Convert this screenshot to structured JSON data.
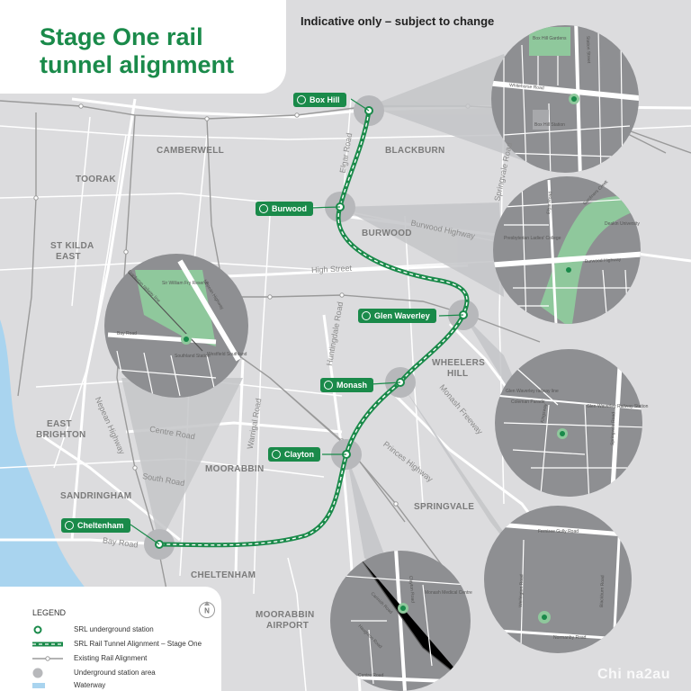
{
  "title": "Stage One rail tunnel alignment",
  "disclaimer": "Indicative only – subject to change",
  "suburbs": [
    "CAMBERWELL",
    "TOORAK",
    "BLACKBURN",
    "ST KILDA",
    "EAST",
    "BURWOOD",
    "WHEELERS",
    "HILL",
    "EAST",
    "BRIGHTON",
    "MOORABBIN",
    "SPRINGVALE",
    "SANDRINGHAM",
    "CHELTENHAM",
    "MOORABBIN",
    "AIRPORT"
  ],
  "roads": [
    "Elgar Road",
    "Springvale Road",
    "Burwood Highway",
    "High Street",
    "Huntingdale Road",
    "Monash Freeway",
    "Centre Road",
    "Warrigal Road",
    "Princes Highway",
    "Nepean Highway",
    "South Road",
    "Bay Road"
  ],
  "stations": [
    "Box Hill",
    "Burwood",
    "Glen Waverley",
    "Monash",
    "Clayton",
    "Cheltenham"
  ],
  "inset_labels": {
    "box_hill": [
      "Box Hill Gardens",
      "Whitehorse Road",
      "Station Street",
      "Box Hill Station"
    ],
    "burwood": [
      "Elgar Road",
      "Gardiners Creek",
      "Burwood Highway",
      "Deakin University",
      "Presbyterian Ladies' College"
    ],
    "cheltenham": [
      "Sir William Fry Reserve",
      "Bay Road",
      "Nepean Highway",
      "Frankston railway line",
      "Southland Station",
      "Westfield Southland"
    ],
    "glen_waverley": [
      "Glen Waverley railway line",
      "Glen Waverley Railway Station",
      "Coleman Parade",
      "Kingsway",
      "Springvale Road"
    ],
    "monash": [
      "Ferntree Gully Road",
      "Blackburn Road",
      "Wellington Road",
      "Normanby Road"
    ],
    "clayton": [
      "Clayton Road",
      "Carinish Road",
      "Monash Medical Centre",
      "Centre Road",
      "Haughton Road"
    ]
  },
  "legend": {
    "title": "LEGEND",
    "items": [
      "SRL underground station",
      "SRL Rail Tunnel Alignment – Stage One",
      "Existing Rail Alignment",
      "Underground station area",
      "Waterway"
    ],
    "north": "N"
  },
  "watermark": "Chi na2au",
  "colors": {
    "green": "#1a8a4a",
    "light_green": "#8fc89c",
    "water": "#a9d4ef",
    "road": "#ffffff",
    "rail": "#9a9a9a",
    "inset": "#8e8f92",
    "map": "#dcdcde"
  }
}
